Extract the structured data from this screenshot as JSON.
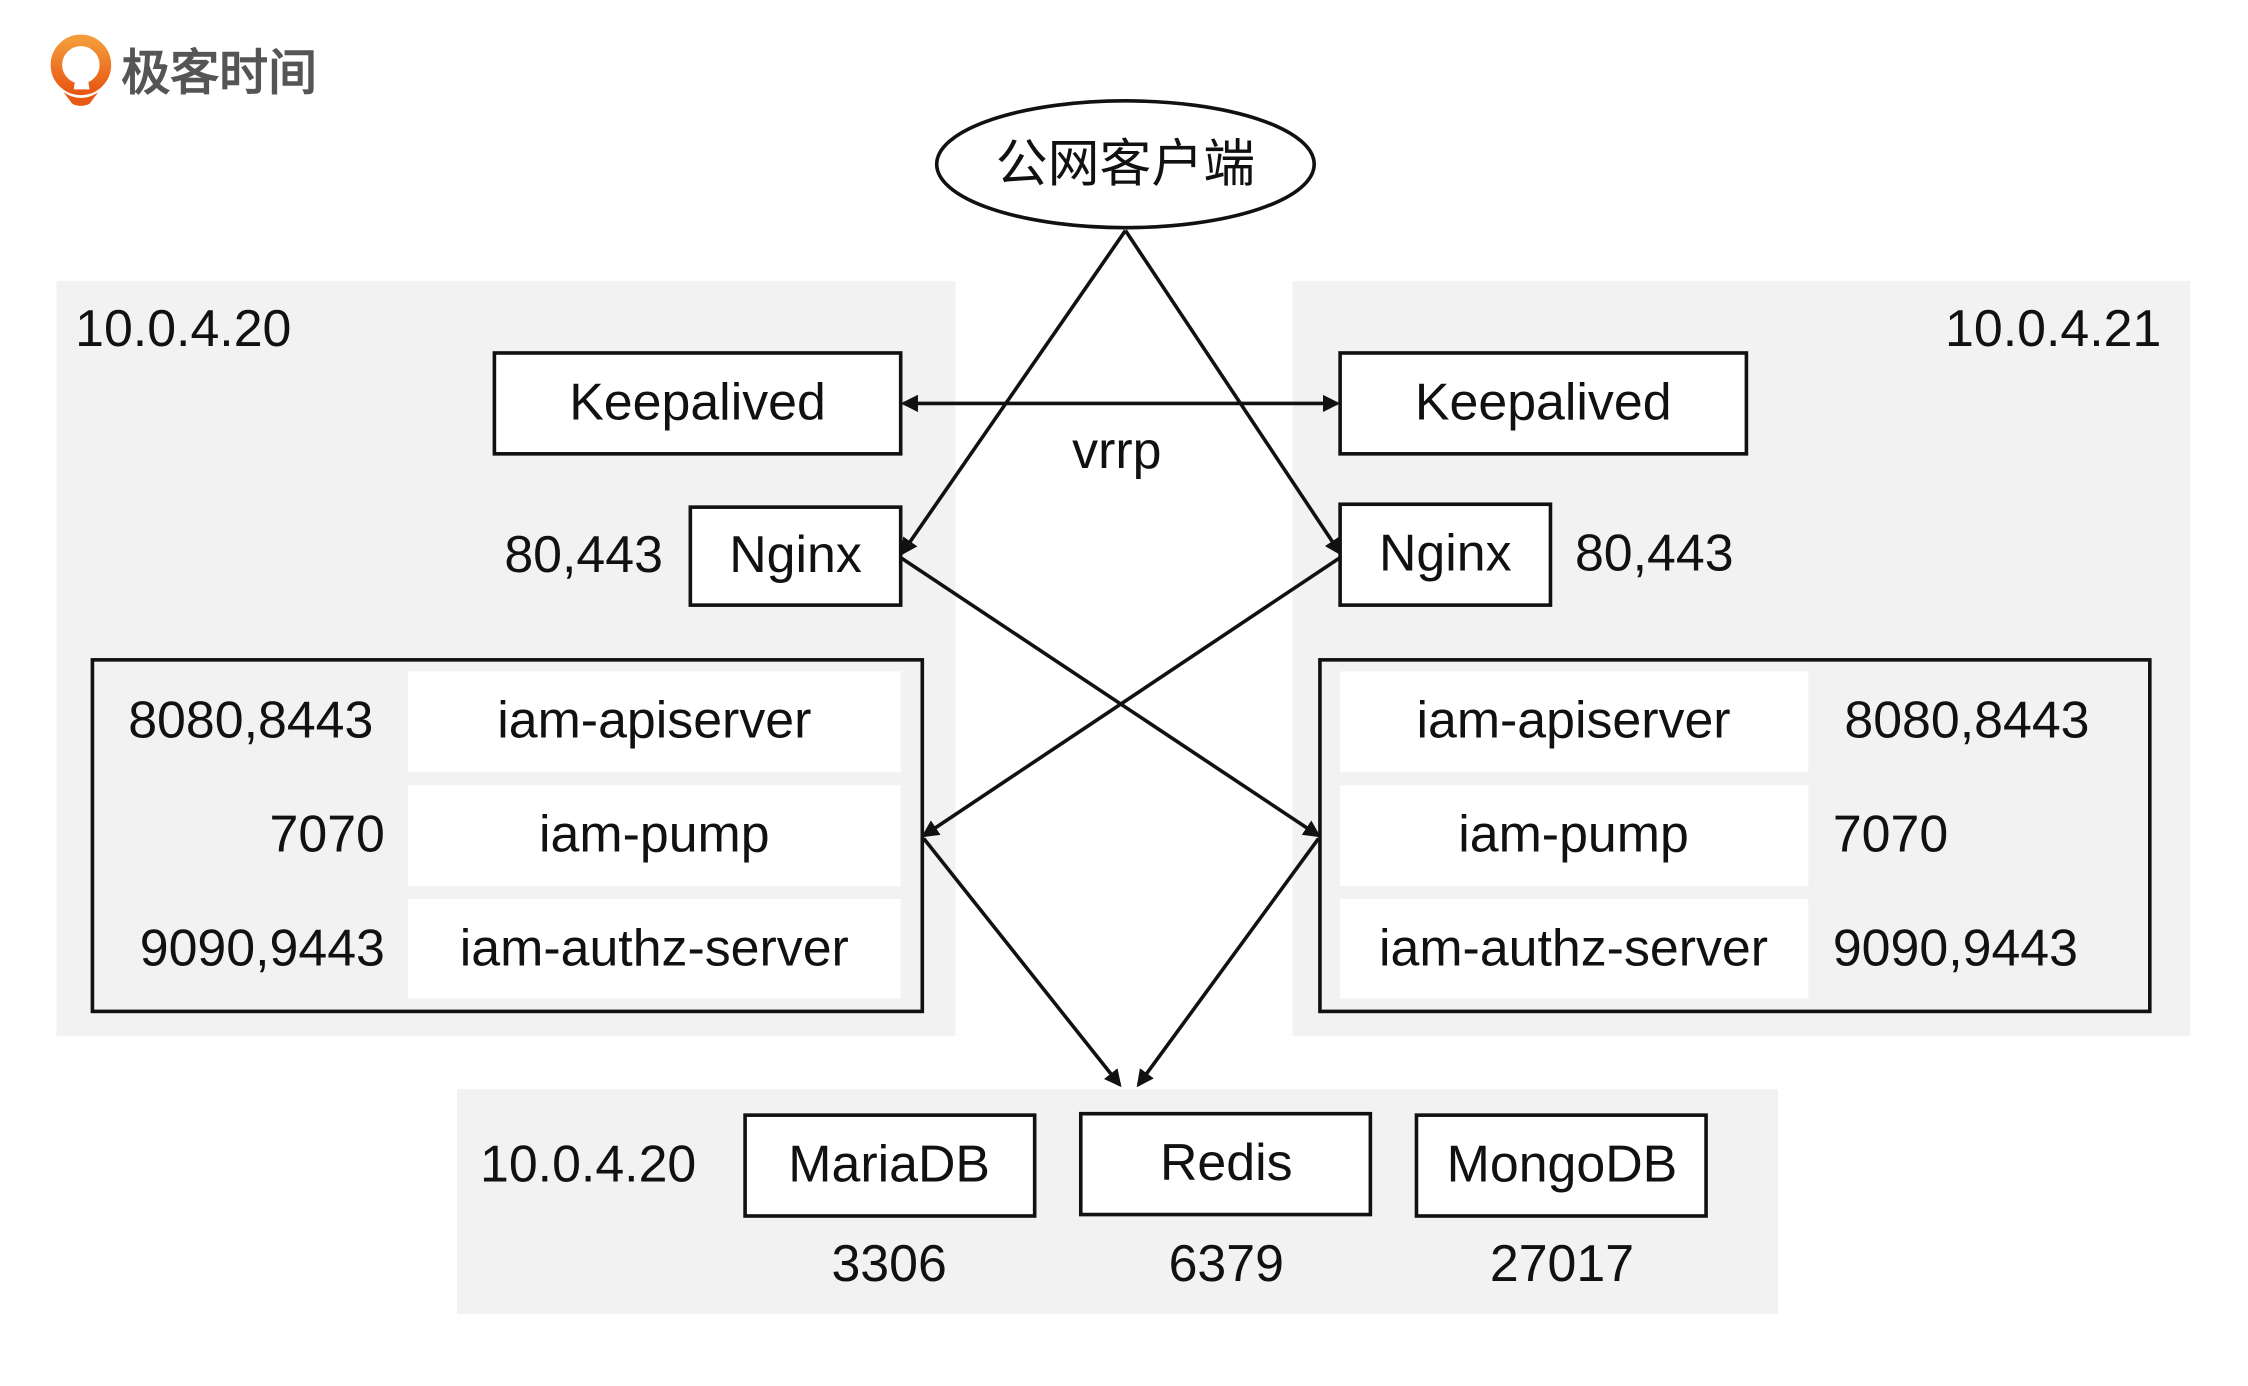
{
  "logo": {
    "text": "极客时间",
    "color": "#ee6a1f"
  },
  "client": "公网客户端",
  "left": {
    "ip": "10.0.4.20",
    "keepalived": "Keepalived",
    "nginx": "Nginx",
    "nginx_ports": "80,443",
    "services": [
      {
        "name": "iam-apiserver",
        "ports": "8080,8443"
      },
      {
        "name": "iam-pump",
        "ports": "7070"
      },
      {
        "name": "iam-authz-server",
        "ports": "9090,9443"
      }
    ]
  },
  "right": {
    "ip": "10.0.4.21",
    "keepalived": "Keepalived",
    "nginx": "Nginx",
    "nginx_ports": "80,443",
    "services": [
      {
        "name": "iam-apiserver",
        "ports": "8080,8443"
      },
      {
        "name": "iam-pump",
        "ports": "7070"
      },
      {
        "name": "iam-authz-server",
        "ports": "9090,9443"
      }
    ]
  },
  "vrrp": "vrrp",
  "storage": {
    "ip": "10.0.4.20",
    "dbs": [
      {
        "name": "MariaDB",
        "port": "3306"
      },
      {
        "name": "Redis",
        "port": "6379"
      },
      {
        "name": "MongoDB",
        "port": "27017"
      }
    ]
  }
}
